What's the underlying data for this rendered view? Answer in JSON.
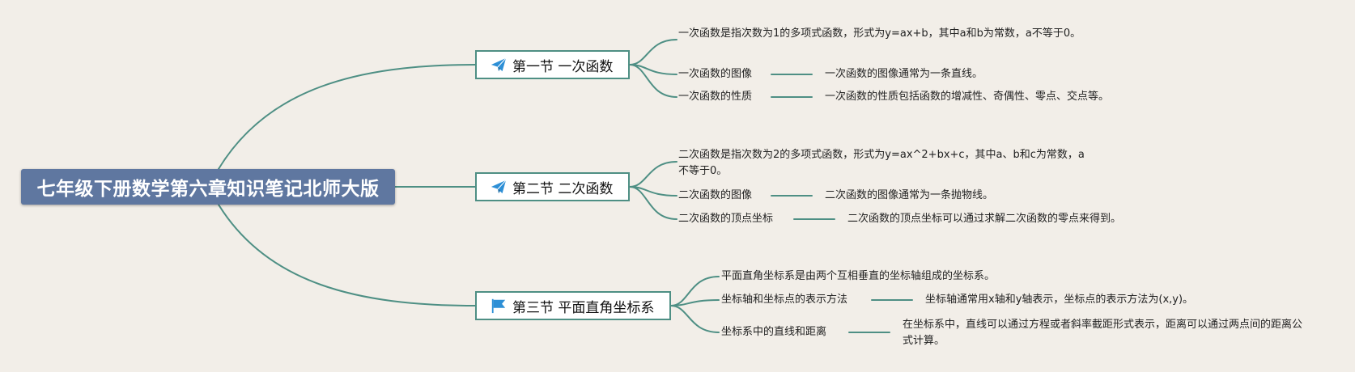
{
  "root": {
    "title": "七年级下册数学第六章知识笔记北师大版"
  },
  "sections": [
    {
      "title": "第一节 一次函数",
      "icon": "paper-plane-icon",
      "items": [
        {
          "text": "一次函数是指次数为1的多项式函数，形式为y=ax+b，其中a和b为常数，a不等于0。"
        },
        {
          "label": "一次函数的图像",
          "detail": "一次函数的图像通常为一条直线。"
        },
        {
          "label": "一次函数的性质",
          "detail": "一次函数的性质包括函数的增减性、奇偶性、零点、交点等。"
        }
      ]
    },
    {
      "title": "第二节 二次函数",
      "icon": "paper-plane-icon",
      "items": [
        {
          "text": "二次函数是指次数为2的多项式函数，形式为y=ax^2+bx+c，其中a、b和c为常数，a不等于0。"
        },
        {
          "label": "二次函数的图像",
          "detail": "二次函数的图像通常为一条抛物线。"
        },
        {
          "label": "二次函数的顶点坐标",
          "detail": "二次函数的顶点坐标可以通过求解二次函数的零点来得到。"
        }
      ]
    },
    {
      "title": "第三节 平面直角坐标系",
      "icon": "flag-icon",
      "items": [
        {
          "text": "平面直角坐标系是由两个互相垂直的坐标轴组成的坐标系。"
        },
        {
          "label": "坐标轴和坐标点的表示方法",
          "detail": "坐标轴通常用x轴和y轴表示，坐标点的表示方法为(x,y)。"
        },
        {
          "label": "坐标系中的直线和距离",
          "detail": "在坐标系中，直线可以通过方程或者斜率截距形式表示，距离可以通过两点间的距离公式计算。"
        }
      ]
    }
  ],
  "colors": {
    "background": "#f2eee8",
    "root_fill": "#5f77a0",
    "branch_line": "#4e8f84",
    "icon_blue": "#2d8fd6"
  }
}
